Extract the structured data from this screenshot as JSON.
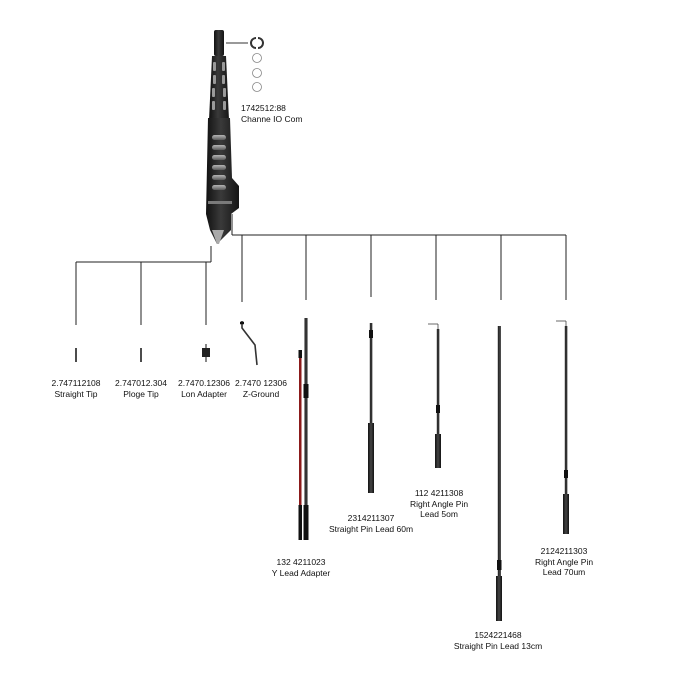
{
  "probe": {
    "part_number": "1742512:88",
    "name": "Channe IO Com"
  },
  "accessories": [
    {
      "id": "straight-tip",
      "part_number": "2.747112108",
      "name_lines": [
        "Straight Tip"
      ]
    },
    {
      "id": "ploge-tip",
      "part_number": "2.747012.304",
      "name_lines": [
        "Ploge Tip"
      ]
    },
    {
      "id": "lon-adapter",
      "part_number": "2.7470.12306",
      "name_lines": [
        "Lon Adapter"
      ]
    },
    {
      "id": "z-ground",
      "part_number": "2.7470 12306",
      "name_lines": [
        "Z-Ground"
      ]
    },
    {
      "id": "y-lead-adapter",
      "part_number": "132 4211023",
      "name_lines": [
        "Y Lead Adapter"
      ]
    },
    {
      "id": "straight-pin-lead-60m",
      "part_number": "2314211307",
      "name_lines": [
        "Straight Pin Lead 60m"
      ]
    },
    {
      "id": "right-angle-pin-lead-5om",
      "part_number": "112 4211308",
      "name_lines": [
        "Right Angle Pin",
        "Lead 5om"
      ]
    },
    {
      "id": "straight-pin-lead-13cm",
      "part_number": "1524221468",
      "name_lines": [
        "Straight Pin Lead 13cm"
      ]
    },
    {
      "id": "right-angle-pin-lead-70um",
      "part_number": "2124211303",
      "name_lines": [
        "Right Angle Pin",
        "Lead 70um"
      ]
    }
  ],
  "colors": {
    "line": "#222222",
    "probe_body": "#2a2a2a",
    "probe_accent": "#8a8a8a",
    "lead_red": "#8b1a1a"
  },
  "icons": {
    "connector": "ring-connector-icon"
  }
}
